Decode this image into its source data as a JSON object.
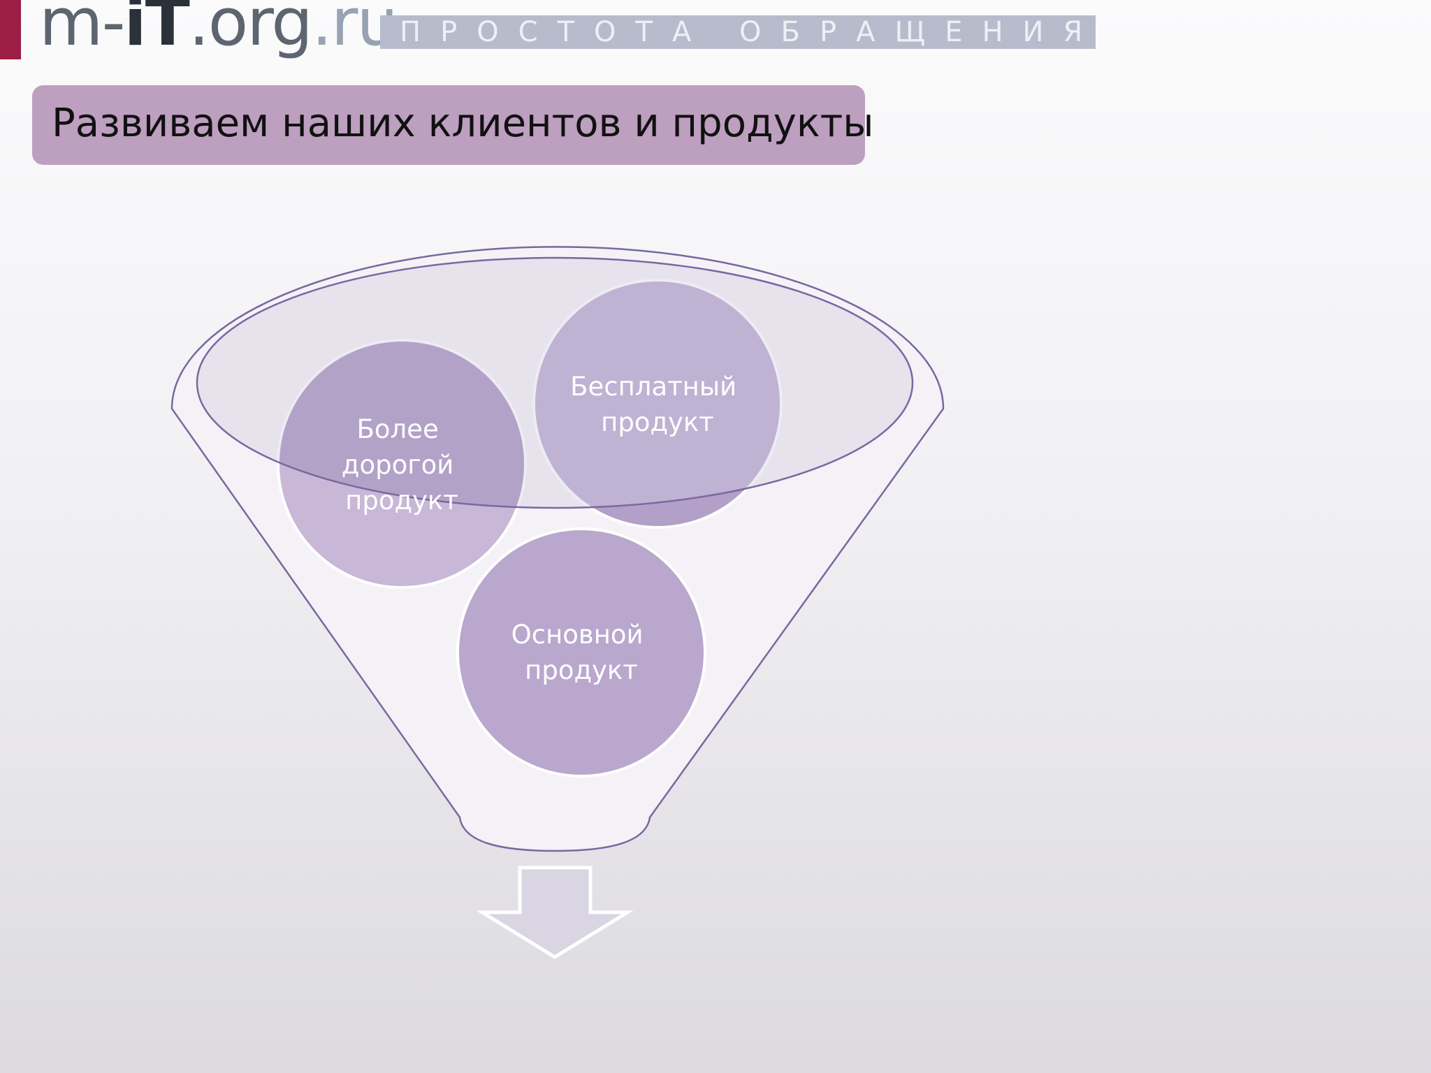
{
  "logo": {
    "part1": "m-",
    "part2": "iT",
    "part3": ".org",
    "part4": ".ru"
  },
  "tagline": "ПРОСТОТА ОБРАЩЕНИЯ",
  "title": "Развиваем наших клиентов и продукты",
  "funnel": {
    "items": [
      {
        "lines": [
          "Бесплатный",
          "продукт"
        ]
      },
      {
        "lines": [
          "Более",
          "дорогой",
          "продукт"
        ]
      },
      {
        "lines": [
          "Основной",
          "продукт"
        ]
      }
    ]
  },
  "colors": {
    "accent": "#9c1e45",
    "title_bar": "#bd9fbf",
    "funnel_stroke": "#7a67a0",
    "circle_fill": "#b3a0c8",
    "circle_fill_dark": "#9d86b6",
    "arrow_fill": "#d9d5e3"
  }
}
